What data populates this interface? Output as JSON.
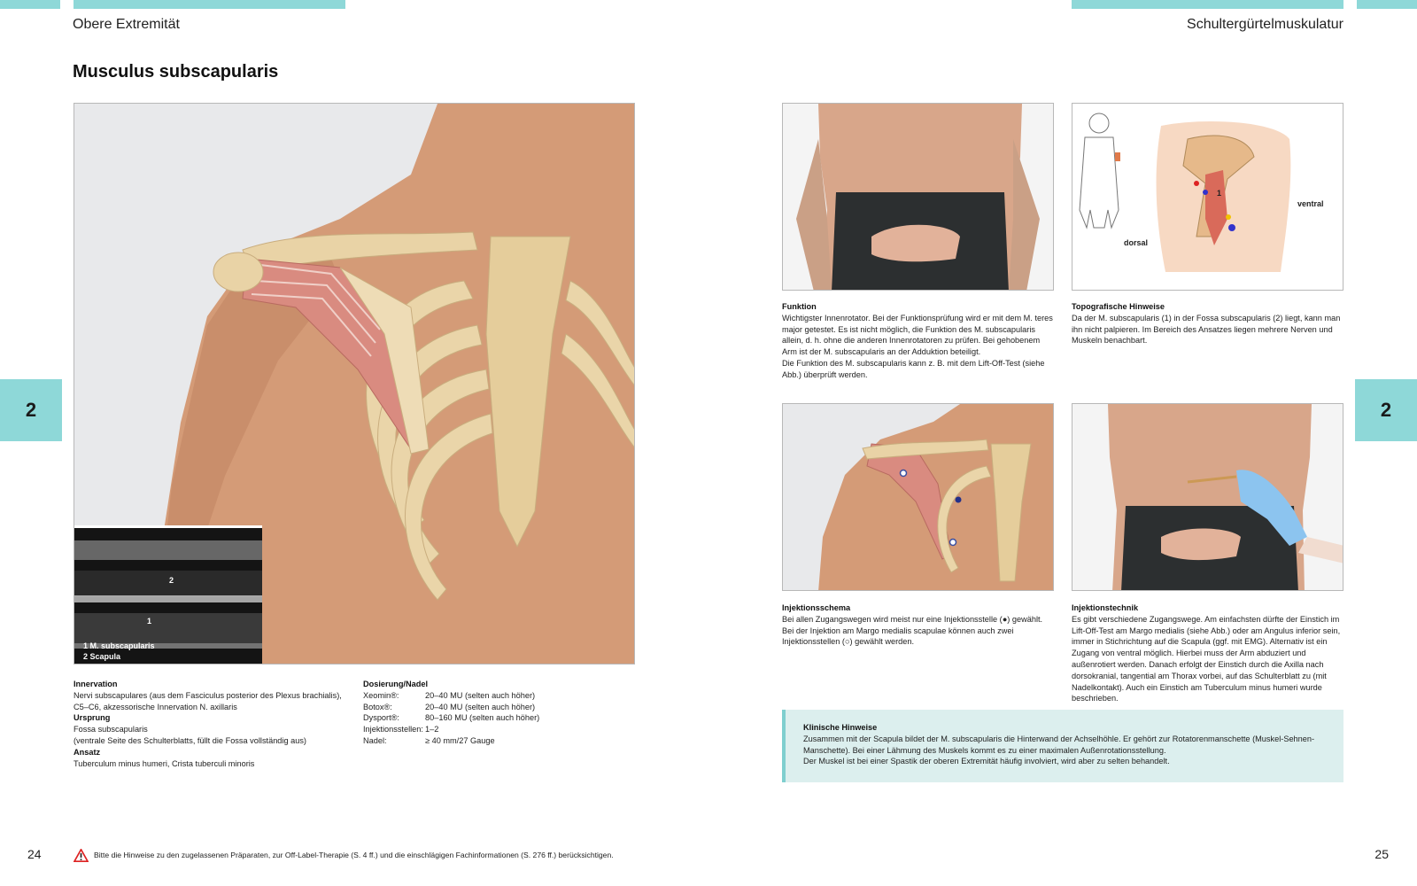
{
  "header": {
    "left_running_head": "Obere Extremität",
    "right_running_head": "Schultergürtelmuskulatur",
    "chapter_tab": "2"
  },
  "page_title": "Musculus subscapularis",
  "ultrasound": {
    "label_2": "2",
    "label_1": "1",
    "legend_1": "1  M. subscapularis",
    "legend_2": "2  Scapula"
  },
  "topo_figure": {
    "label_1": "1",
    "ventral": "ventral",
    "dorsal": "dorsal"
  },
  "left_info": {
    "innervation_heading": "Innervation",
    "innervation_text": "Nervi subscapulares (aus dem Fasciculus posterior des Plexus brachialis), C5–C6, akzessorische Innervation N. axillaris",
    "origin_heading": "Ursprung",
    "origin_text_1": "Fossa subscapularis",
    "origin_text_2": "(ventrale Seite des Schulterblatts, füllt die Fossa vollständig aus)",
    "insertion_heading": "Ansatz",
    "insertion_text": "Tuberculum minus humeri, Crista tuberculi minoris"
  },
  "dosage": {
    "heading": "Dosierung/Nadel",
    "rows": [
      {
        "label": "Xeomin®:",
        "value": "20–40 MU (selten auch höher)"
      },
      {
        "label": "Botox®:",
        "value": "20–40 MU (selten auch höher)"
      },
      {
        "label": "Dysport®:",
        "value": "80–160 MU (selten auch höher)"
      },
      {
        "label": "Injektionsstellen:",
        "value": "1–2"
      },
      {
        "label": "Nadel:",
        "value": "≥ 40 mm/27 Gauge"
      }
    ]
  },
  "function": {
    "heading": "Funktion",
    "text_1": "Wichtigster Innenrotator. Bei der Funktionsprüfung wird er mit dem M. teres major getestet. Es ist nicht möglich, die Funktion des M. subscapularis allein, d. h. ohne die anderen Innenrotatoren zu prüfen. Bei gehobenem Arm ist der M. subscapularis an der Adduktion beteiligt.",
    "text_2": "Die Funktion des M. subscapularis kann z. B. mit dem Lift-Off-Test (siehe Abb.) überprüft werden."
  },
  "topography": {
    "heading": "Topografische Hinweise",
    "text": "Da der M. subscapularis (1) in der Fossa subscapularis (2) liegt, kann man ihn nicht palpieren. Im Bereich des Ansatzes liegen mehrere Nerven und Muskeln benachbart."
  },
  "injection_schema": {
    "heading": "Injektionsschema",
    "text": "Bei allen Zugangswegen wird meist nur eine Injektionsstelle (●) gewählt. Bei der Injektion am Margo medialis scapulae können auch zwei Injektionsstellen (○) gewählt werden."
  },
  "injection_technique": {
    "heading": "Injektionstechnik",
    "text": "Es gibt verschiedene Zugangswege. Am einfachsten dürfte der Einstich im Lift-Off-Test am Margo medialis (siehe Abb.) oder am Angulus inferior sein, immer in Stichrichtung auf die Scapula (ggf. mit EMG). Alternativ ist ein Zugang von ventral möglich. Hierbei muss der Arm abduziert und außenrotiert werden. Danach erfolgt der Einstich durch die Axilla nach dorsokranial, tangential am Thorax vorbei, auf das Schulterblatt zu (mit Nadelkontakt). Auch ein Einstich am Tuberculum minus humeri wurde beschrieben."
  },
  "clinical": {
    "heading": "Klinische Hinweise",
    "text_1": "Zusammen mit der Scapula bildet der M. subscapularis die Hinterwand der Achselhöhle. Er gehört zur Rotatorenmanschette (Muskel-Sehnen-Manschette). Bei einer Lähmung des Muskels kommt es zu einer maximalen Außenrotationsstellung.",
    "text_2": "Der Muskel ist bei einer Spastik der oberen Extremität häufig involviert, wird aber zu selten behandelt."
  },
  "footer": {
    "page_left": "24",
    "page_right": "25",
    "note": "Bitte die Hinweise zu den zugelassenen Präparaten, zur Off-Label-Therapie (S. 4 ff.) und die einschlägigen Fachinformationen (S. 276 ff.) berücksichtigen."
  },
  "colors": {
    "accent_teal": "#8ed8d8",
    "callout_bg": "#dcefee",
    "skin": "#d8a07c",
    "bone": "#e9d3a6",
    "muscle": "#d98b80"
  }
}
